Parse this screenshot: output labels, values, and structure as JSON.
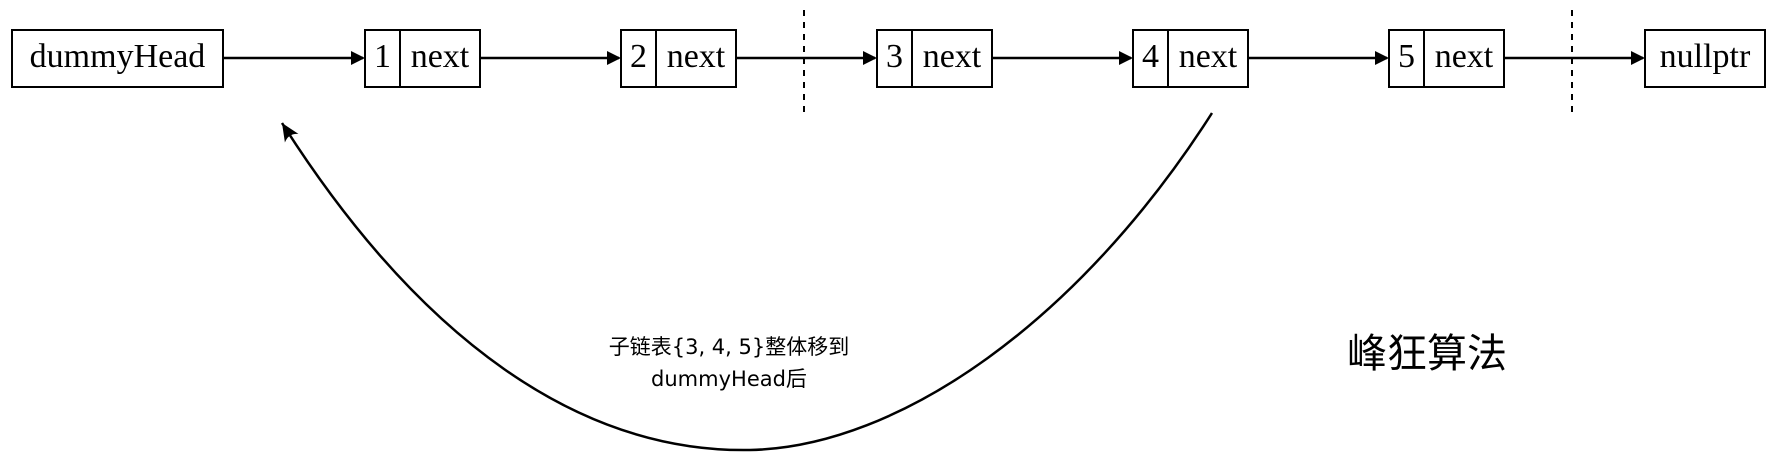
{
  "diagram": {
    "head": {
      "label": "dummyHead"
    },
    "nodes": [
      {
        "value": "1",
        "pointer": "next"
      },
      {
        "value": "2",
        "pointer": "next"
      },
      {
        "value": "3",
        "pointer": "next"
      },
      {
        "value": "4",
        "pointer": "next"
      },
      {
        "value": "5",
        "pointer": "next"
      }
    ],
    "tail": {
      "label": "nullptr"
    },
    "annotation": {
      "line1": "子链表{3, 4, 5}整体移到",
      "line2": "dummyHead后"
    },
    "title": "峰狂算法"
  }
}
